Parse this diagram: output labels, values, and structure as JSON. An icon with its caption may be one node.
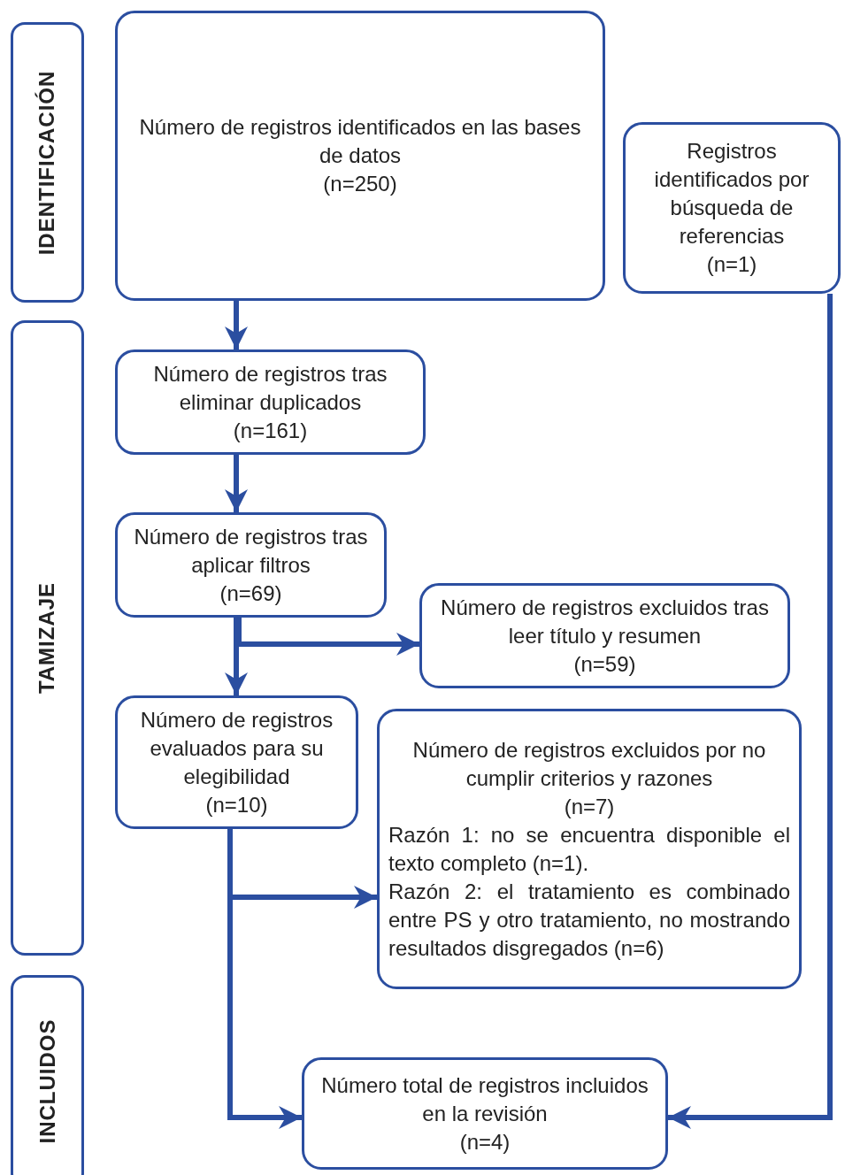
{
  "diagram": {
    "nodes": [
      {
        "text": [
          "IDENTIFICACIÓN"
        ]
      },
      {
        "text": [
          "TAMIZAJE"
        ]
      },
      {
        "text": [
          "INCLUIDOS"
        ]
      },
      {
        "text": [
          "Número de registros identificados en las bases de datos",
          "(n=250)"
        ]
      },
      {
        "text": [
          "Registros identificados por búsqueda de referencias",
          "(n=1)"
        ]
      },
      {
        "text": [
          "Número de registros tras eliminar duplicados",
          "(n=161)"
        ]
      },
      {
        "text": [
          "Número de registros tras aplicar filtros",
          "(n=69)"
        ]
      },
      {
        "text": [
          "Número de registros excluidos tras leer título y resumen",
          "(n=59)"
        ]
      },
      {
        "text": [
          "Número de registros evaluados para su elegibilidad",
          "(n=10)"
        ]
      },
      {
        "text": [
          "Número de registros excluidos por no cumplir criterios y razones",
          "(n=7)",
          "Razón 1: no se encuentra disponible el texto completo (n=1).",
          "Razón 2: el tratamiento es combinado entre PS y otro tratamiento, no mostrando resultados disgregados (n=6)"
        ]
      },
      {
        "text": [
          "Número total de registros incluidos en la revisión",
          "(n=4)"
        ]
      }
    ],
    "edges": [
      {
        "from": 3,
        "to": 5,
        "arrow": "to"
      },
      {
        "from": 5,
        "to": 6,
        "arrow": "to"
      },
      {
        "from": 6,
        "to": 8,
        "arrow": "to"
      },
      {
        "from": 6,
        "to": 7,
        "arrow": "to"
      },
      {
        "from": 8,
        "to": 10,
        "arrow": "to"
      },
      {
        "from": 8,
        "to": 9,
        "arrow": "to"
      },
      {
        "from": 4,
        "to": 10,
        "arrow": "to"
      }
    ]
  }
}
